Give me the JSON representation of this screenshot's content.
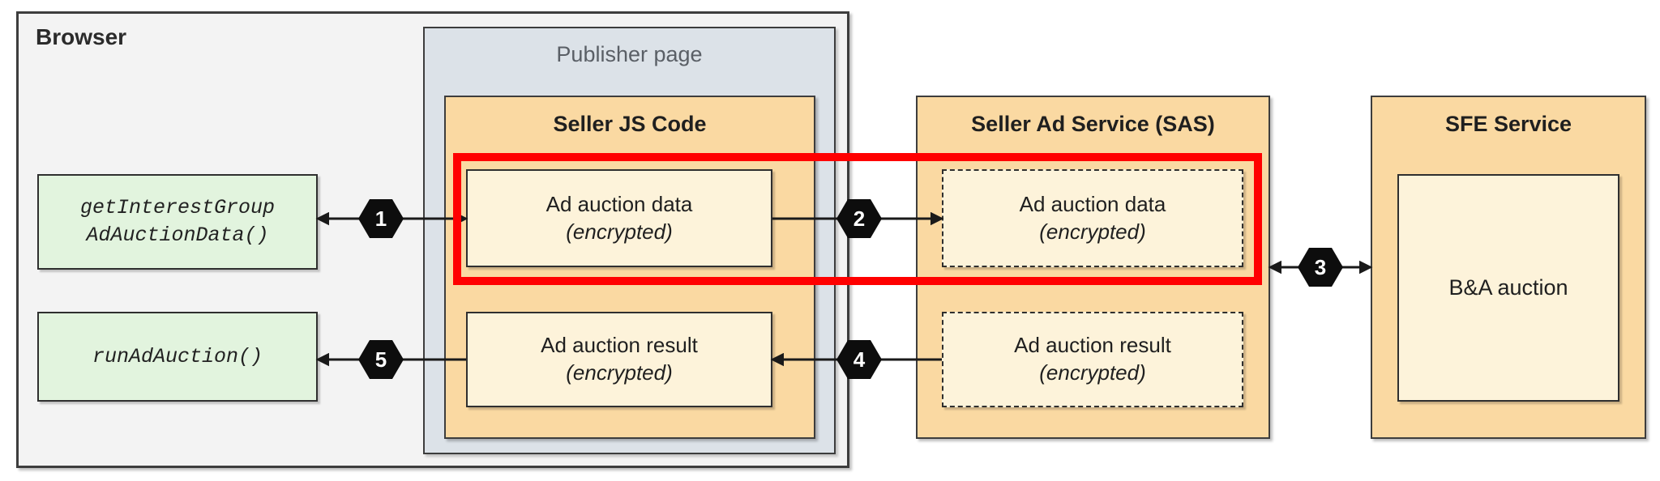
{
  "browser": {
    "label": "Browser"
  },
  "publisher_page": {
    "label": "Publisher page"
  },
  "seller_js": {
    "title": "Seller JS Code",
    "data_box": {
      "line1": "Ad auction data",
      "line2": "(encrypted)"
    },
    "result_box": {
      "line1": "Ad auction result",
      "line2": "(encrypted)"
    }
  },
  "sas": {
    "title": "Seller Ad Service (SAS)",
    "data_box": {
      "line1": "Ad auction data",
      "line2": "(encrypted)"
    },
    "result_box": {
      "line1": "Ad auction result",
      "line2": "(encrypted)"
    }
  },
  "sfe": {
    "title": "SFE Service",
    "auction_label": "B&A auction"
  },
  "browser_apis": {
    "get_data": {
      "line1": "getInterestGroup",
      "line2": "AdAuctionData()"
    },
    "run_auction": {
      "line1": "runAdAuction()"
    }
  },
  "steps": [
    {
      "label": "1"
    },
    {
      "label": "2"
    },
    {
      "label": "3"
    },
    {
      "label": "4"
    },
    {
      "label": "5"
    }
  ],
  "colors": {
    "highlight": "#ff0000",
    "service_panel": "#fad9a2",
    "inner_box": "#fdf3da",
    "api_box": "#e2f4de",
    "publisher_bg": "#dce2e8",
    "browser_bg": "#f3f3f3",
    "step_badge": "#0d0d0d"
  }
}
